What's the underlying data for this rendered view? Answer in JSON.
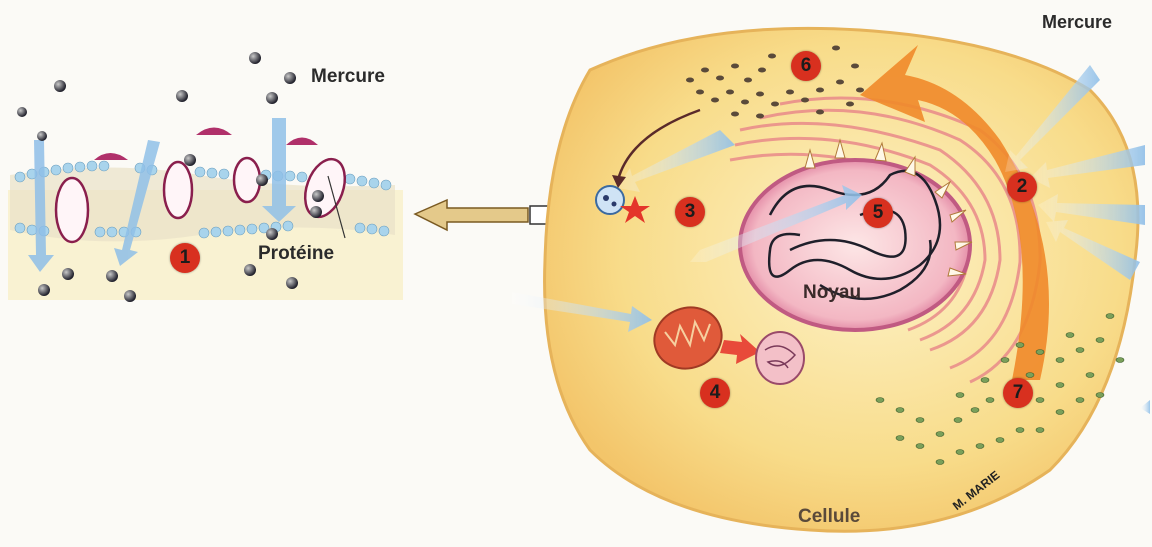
{
  "labels": {
    "mercure_left": "Mercure",
    "mercure_right": "Mercure",
    "proteine": "Protéine",
    "noyau": "Noyau",
    "cellule": "Cellule",
    "author": "M. MARIE"
  },
  "markers": [
    "1",
    "2",
    "3",
    "4",
    "5",
    "6",
    "7"
  ],
  "colors": {
    "marker": "#d8301f",
    "arrow_blue": "#8fbfe8",
    "arrow_orange": "#f08a2a",
    "cell_fill": "#f8dc8a",
    "membrane_protein": "#b0306a",
    "nucleus": "#f4b6c2"
  }
}
